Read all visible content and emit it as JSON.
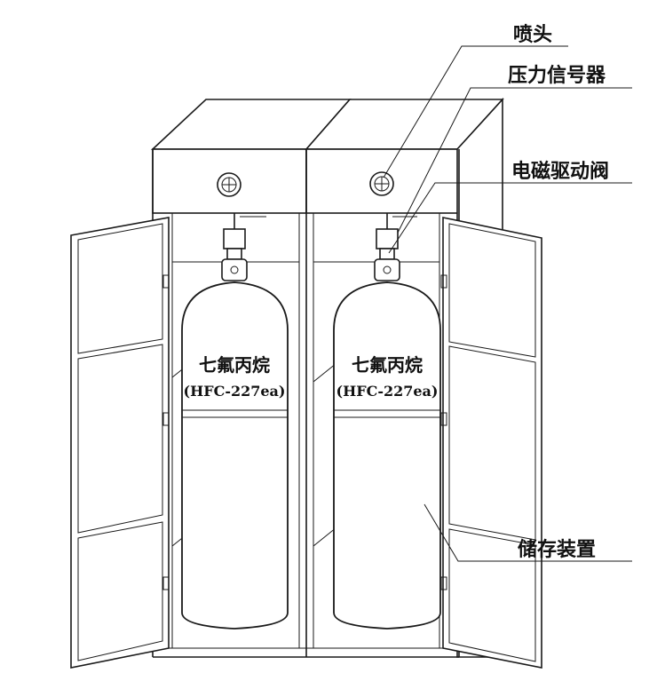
{
  "labels": {
    "nozzle": "喷头",
    "pressure_signal": "压力信号器",
    "solenoid_valve": "电磁驱动阀",
    "storage_device": "储存装置"
  },
  "cylinders": [
    {
      "agent_name": "七氟丙烷",
      "agent_code": "(HFC-227ea)"
    },
    {
      "agent_name": "七氟丙烷",
      "agent_code": "(HFC-227ea)"
    }
  ],
  "colors": {
    "line": "#1a1a1a",
    "background": "#ffffff"
  }
}
